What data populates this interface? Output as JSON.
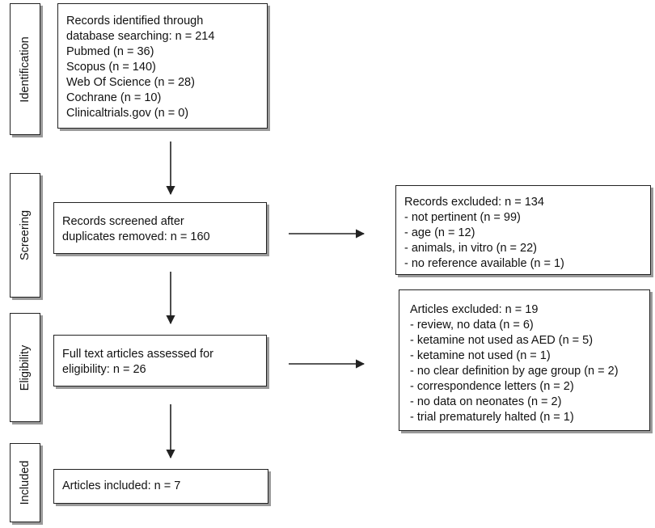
{
  "stages": [
    "Identification",
    "Screering",
    "Eligibility",
    "Included"
  ],
  "identification_box": [
    "Records identified through",
    "database searching: n = 214",
    "Pubmed (n = 36)",
    "Scopus (n = 140)",
    "Web Of Science (n = 28)",
    "Cochrane (n = 10)",
    "Clinicaltrials.gov (n = 0)"
  ],
  "screening_box": [
    "Records screened after",
    "duplicates removed: n = 160"
  ],
  "records_excluded_box": [
    "Records excluded: n = 134",
    "- not pertinent (n = 99)",
    "- age (n = 12)",
    "- animals, in vitro (n = 22)",
    "- no reference available (n = 1)"
  ],
  "eligibility_box": [
    "Full text articles assessed for",
    "eligibility: n = 26"
  ],
  "articles_excluded_box": [
    "Articles excluded: n = 19",
    "- review, no data (n = 6)",
    "- ketamine not used as AED (n = 5)",
    "- ketamine not used (n = 1)",
    "- no clear definition by age group (n = 2)",
    "- correspondence letters (n = 2)",
    "- no data on neonates (n = 2)",
    "- trial prematurely halted (n = 1)"
  ],
  "included_box": [
    "Articles included: n = 7"
  ]
}
